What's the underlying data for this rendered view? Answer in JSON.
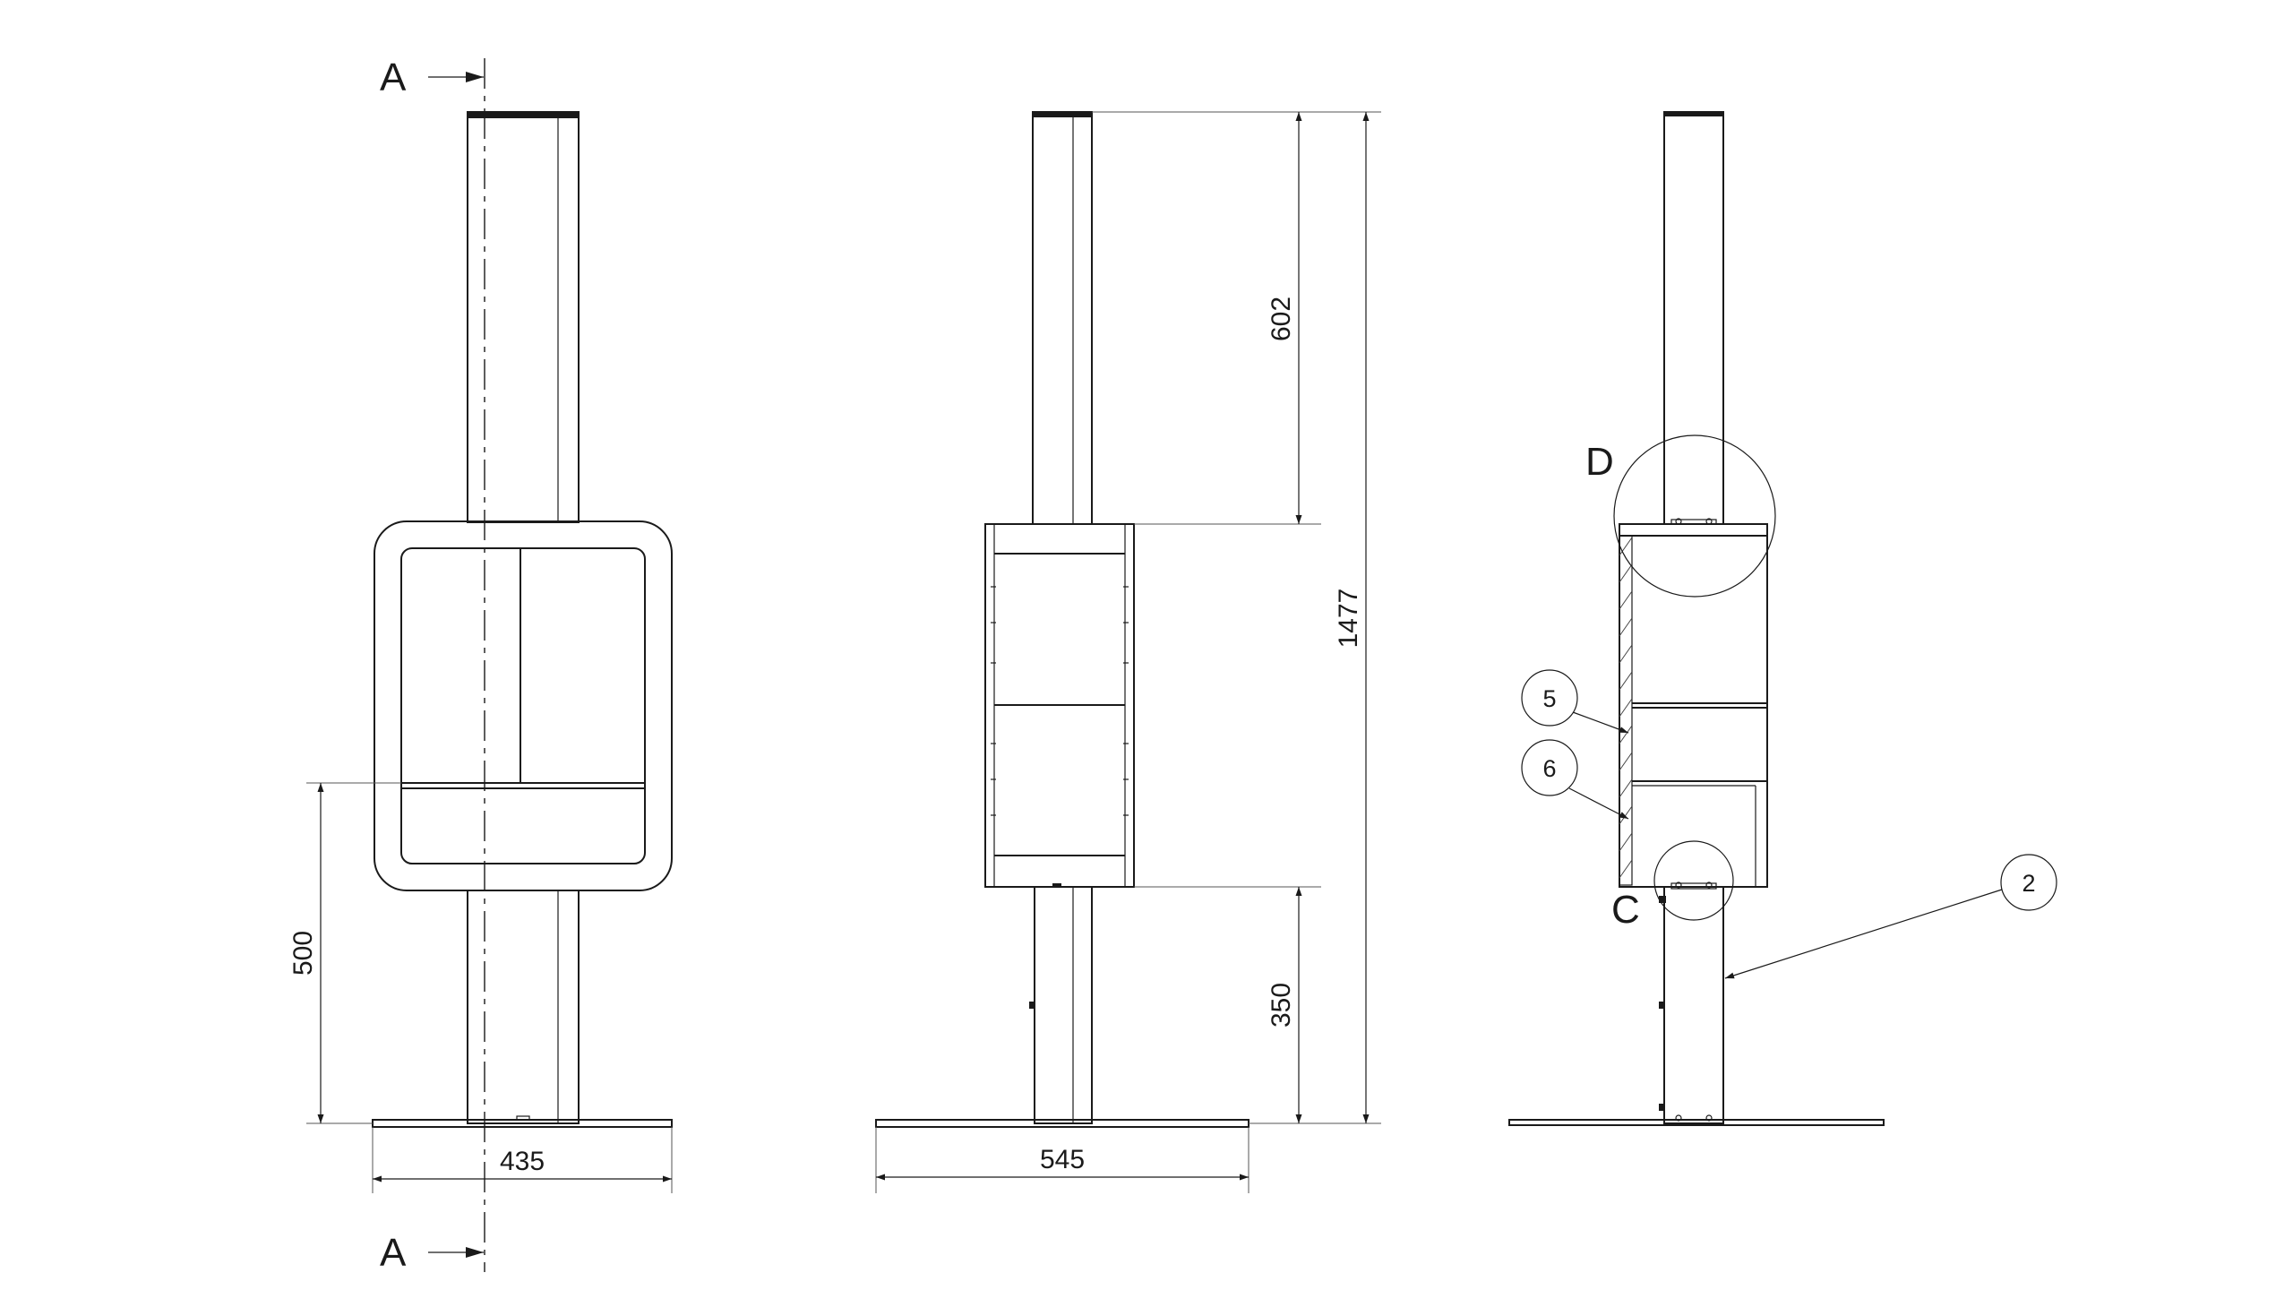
{
  "front_view": {
    "section_label_top": "A",
    "section_label_bottom": "A",
    "dim_width": "435",
    "dim_height_base": "500"
  },
  "side_view": {
    "dim_width": "545",
    "dim_top_flue": "602",
    "dim_total_height": "1477",
    "dim_leg_height": "350"
  },
  "section_view": {
    "detail_d_label": "D",
    "detail_c_label": "C",
    "balloon_5": "5",
    "balloon_6": "6",
    "balloon_2": "2"
  }
}
